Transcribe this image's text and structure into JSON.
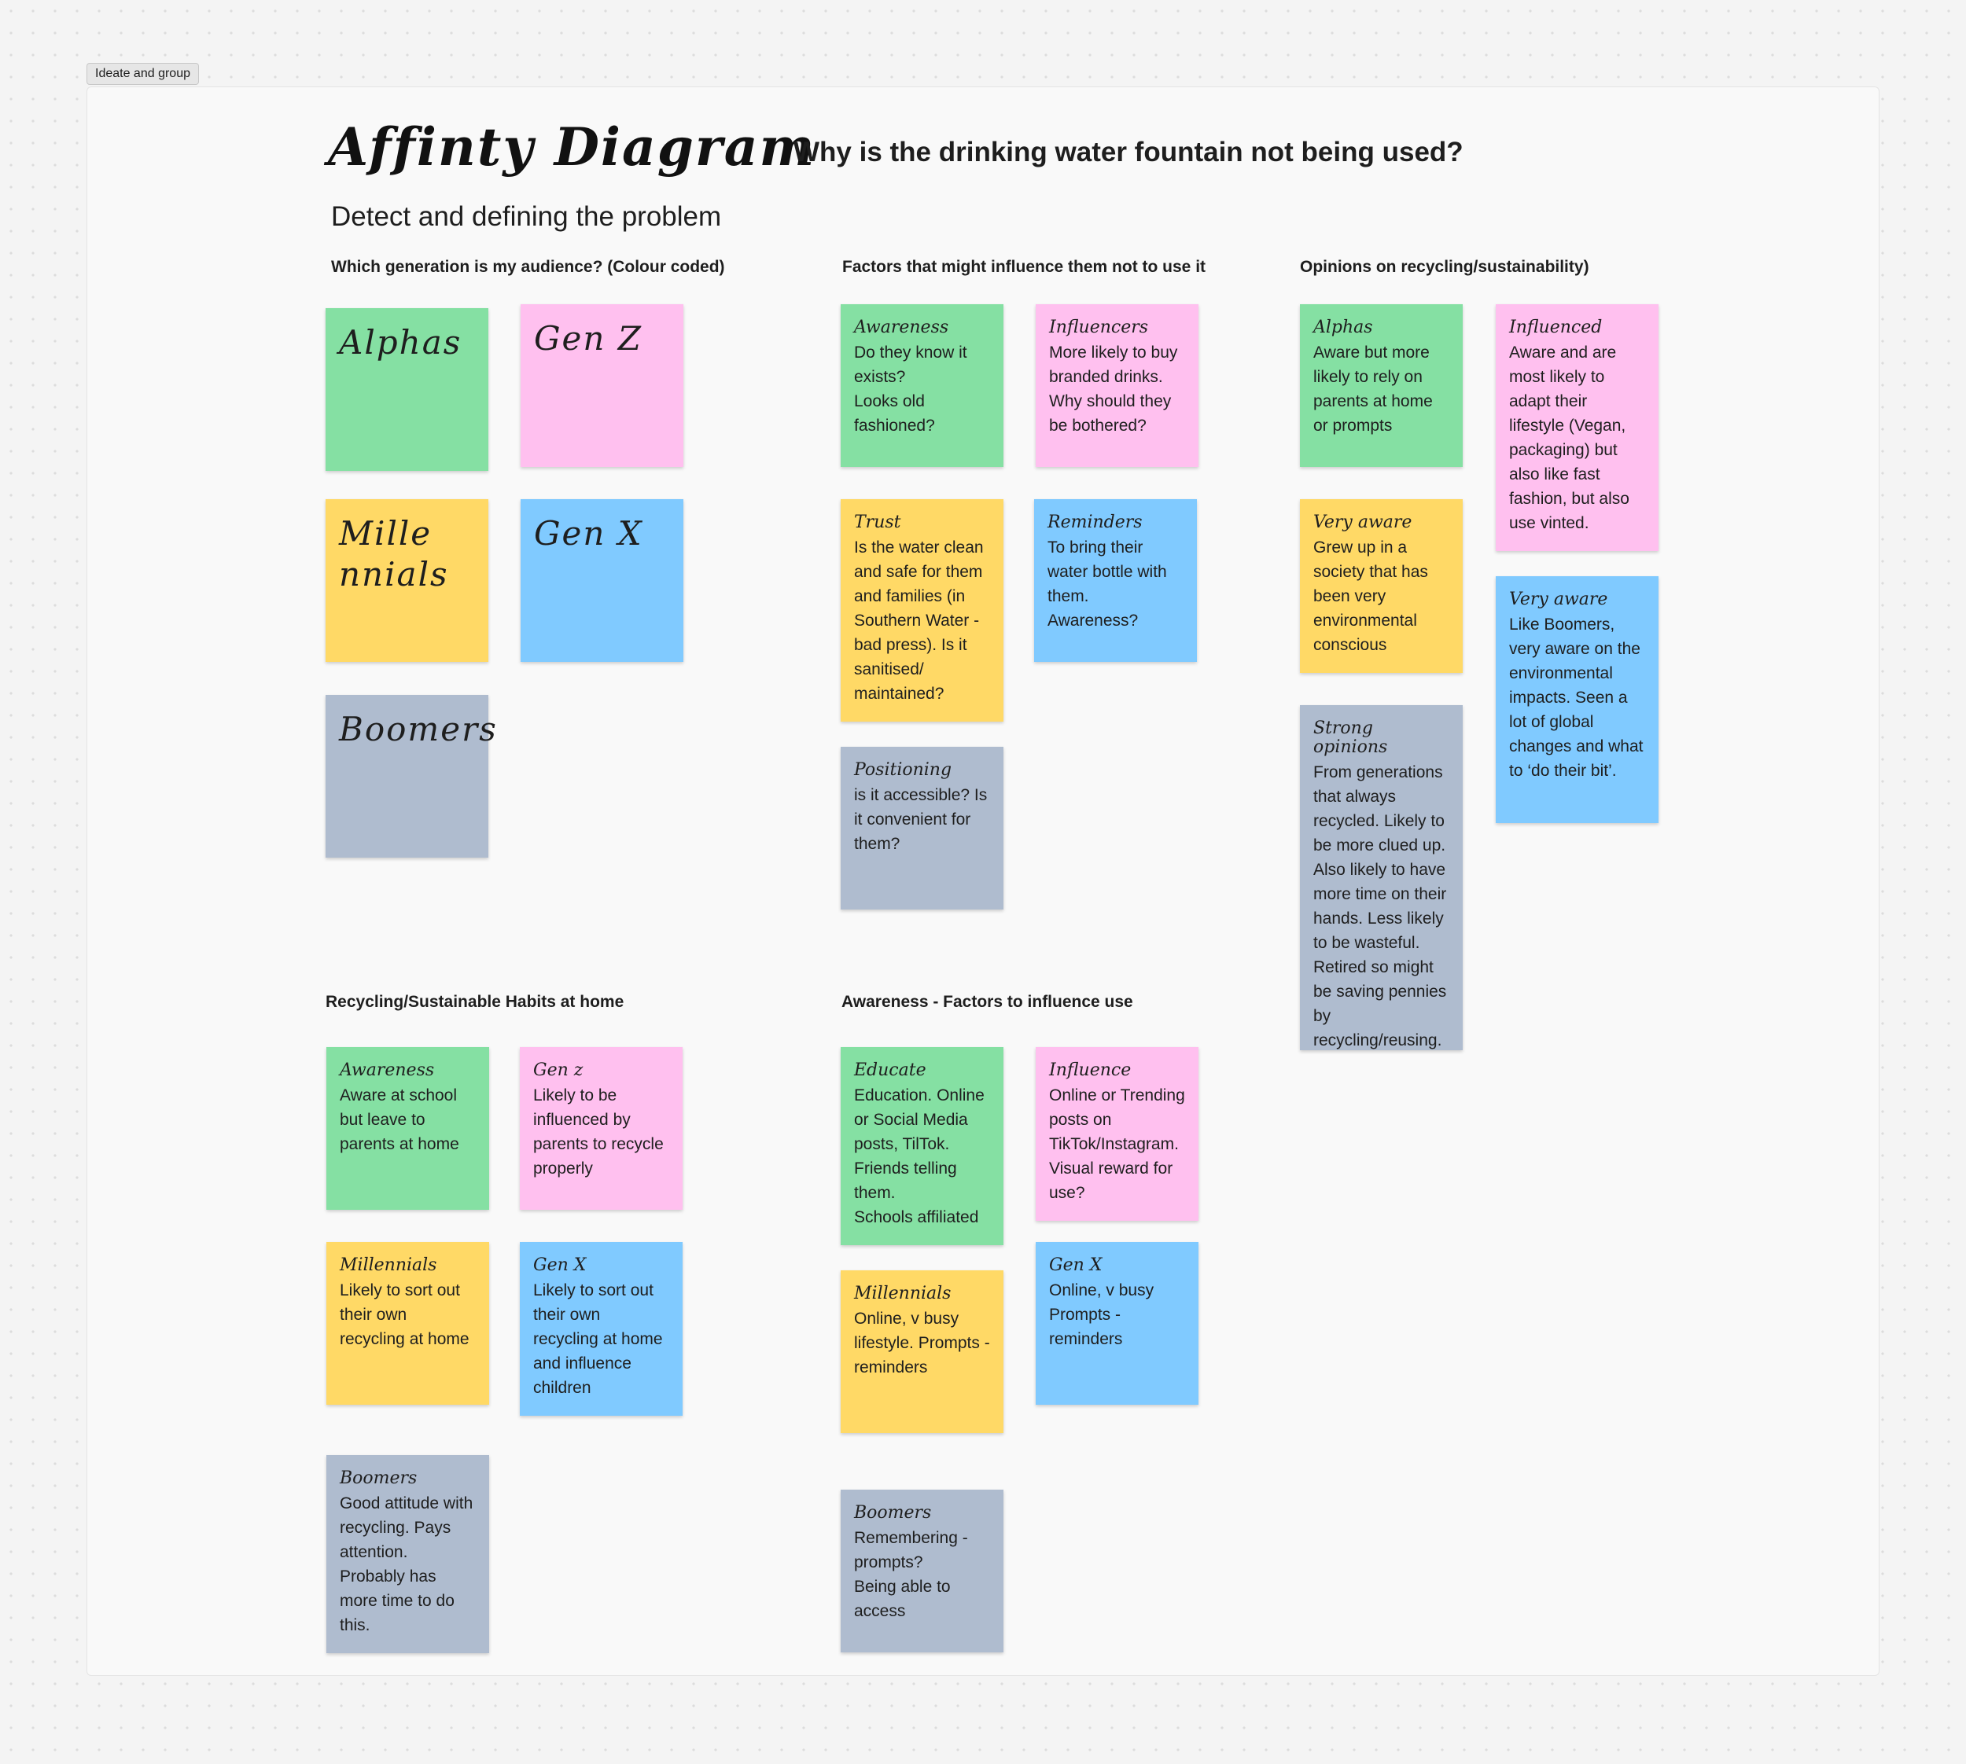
{
  "frame": {
    "label": "Ideate and group"
  },
  "header": {
    "title": "Affinty Diagram",
    "question": "Why is the drinking water fountain not being used?",
    "subtitle": "Detect and defining the problem"
  },
  "sections": {
    "generation": "Which generation is my audience? (Colour coded)",
    "factors": "Factors that might influence them not to use it",
    "opinions": "Opinions on recycling/sustainability)",
    "habits": "Recycling/Sustainable Habits at home",
    "awareness": "Awareness - Factors to influence use"
  },
  "colors": {
    "green": "#85e0a3",
    "pink": "#ffc0ef",
    "yellow": "#ffd966",
    "blue": "#80caff",
    "grey": "#afbccf"
  },
  "generations": {
    "alphas": "Alphas",
    "genz": "Gen Z",
    "millennials": "Mille\nnnials",
    "genx": "Gen X",
    "boomers": "Boomers"
  },
  "factors": {
    "awareness": {
      "tag": "Awareness",
      "text": "Do they know it exists?\nLooks old fashioned?"
    },
    "influencers": {
      "tag": "Influencers",
      "text": "More likely to buy branded drinks. Why should they be bothered?"
    },
    "trust": {
      "tag": "Trust",
      "text": "Is the water clean and safe for them and families (in Southern Water - bad press). Is it sanitised/ maintained?"
    },
    "reminders": {
      "tag": "Reminders",
      "text": "To bring their water bottle with them.\nAwareness?"
    },
    "positioning": {
      "tag": "Positioning",
      "text": "is it accessible? Is it convenient for them?"
    }
  },
  "opinions": {
    "alphas": {
      "tag": "Alphas",
      "text": "Aware but more likely to rely on parents at home or prompts"
    },
    "influenced": {
      "tag": "Influenced",
      "text": "Aware and are most likely to adapt their lifestyle (Vegan, packaging) but also like fast fashion, but also use vinted."
    },
    "very_aware_m": {
      "tag": "Very aware",
      "text": "Grew up in a society that has been very environmental conscious"
    },
    "very_aware_x": {
      "tag": "Very aware",
      "text": "Like Boomers, very aware on the environmental impacts. Seen a lot of global changes and what to ‘do their bit’."
    },
    "strong": {
      "tag": "Strong opinions",
      "text": "From generations that always recycled. Likely to be more clued up. Also likely to have more time on their hands. Less likely to be wasteful. Retired so might be saving pennies by recycling/reusing."
    }
  },
  "habits": {
    "awareness": {
      "tag": "Awareness",
      "text": "Aware at school but leave to parents at home"
    },
    "genz": {
      "tag": "Gen z",
      "text": "Likely to be influenced by parents to recycle properly"
    },
    "millennials": {
      "tag": "Millennials",
      "text": "Likely to sort out their own recycling at home"
    },
    "genx": {
      "tag": "Gen X",
      "text": "Likely to sort out their own recycling at home and influence children"
    },
    "boomers": {
      "tag": "Boomers",
      "text": "Good attitude with recycling. Pays attention. Probably has more time to do this."
    }
  },
  "awareness": {
    "educate": {
      "tag": "Educate",
      "text": "Education. Online or Social Media posts, TilTok. Friends telling them.\nSchools affiliated"
    },
    "influence": {
      "tag": "Influence",
      "text": "Online or Trending posts on TikTok/Instagram. Visual reward for use?"
    },
    "millennials": {
      "tag": "Millennials",
      "text": "Online, v busy lifestyle.  Prompts - reminders"
    },
    "genx": {
      "tag": "Gen X",
      "text": "Online, v busy\nPrompts - reminders"
    },
    "boomers": {
      "tag": "Boomers",
      "text": "Remembering - prompts?\nBeing able to access"
    }
  }
}
